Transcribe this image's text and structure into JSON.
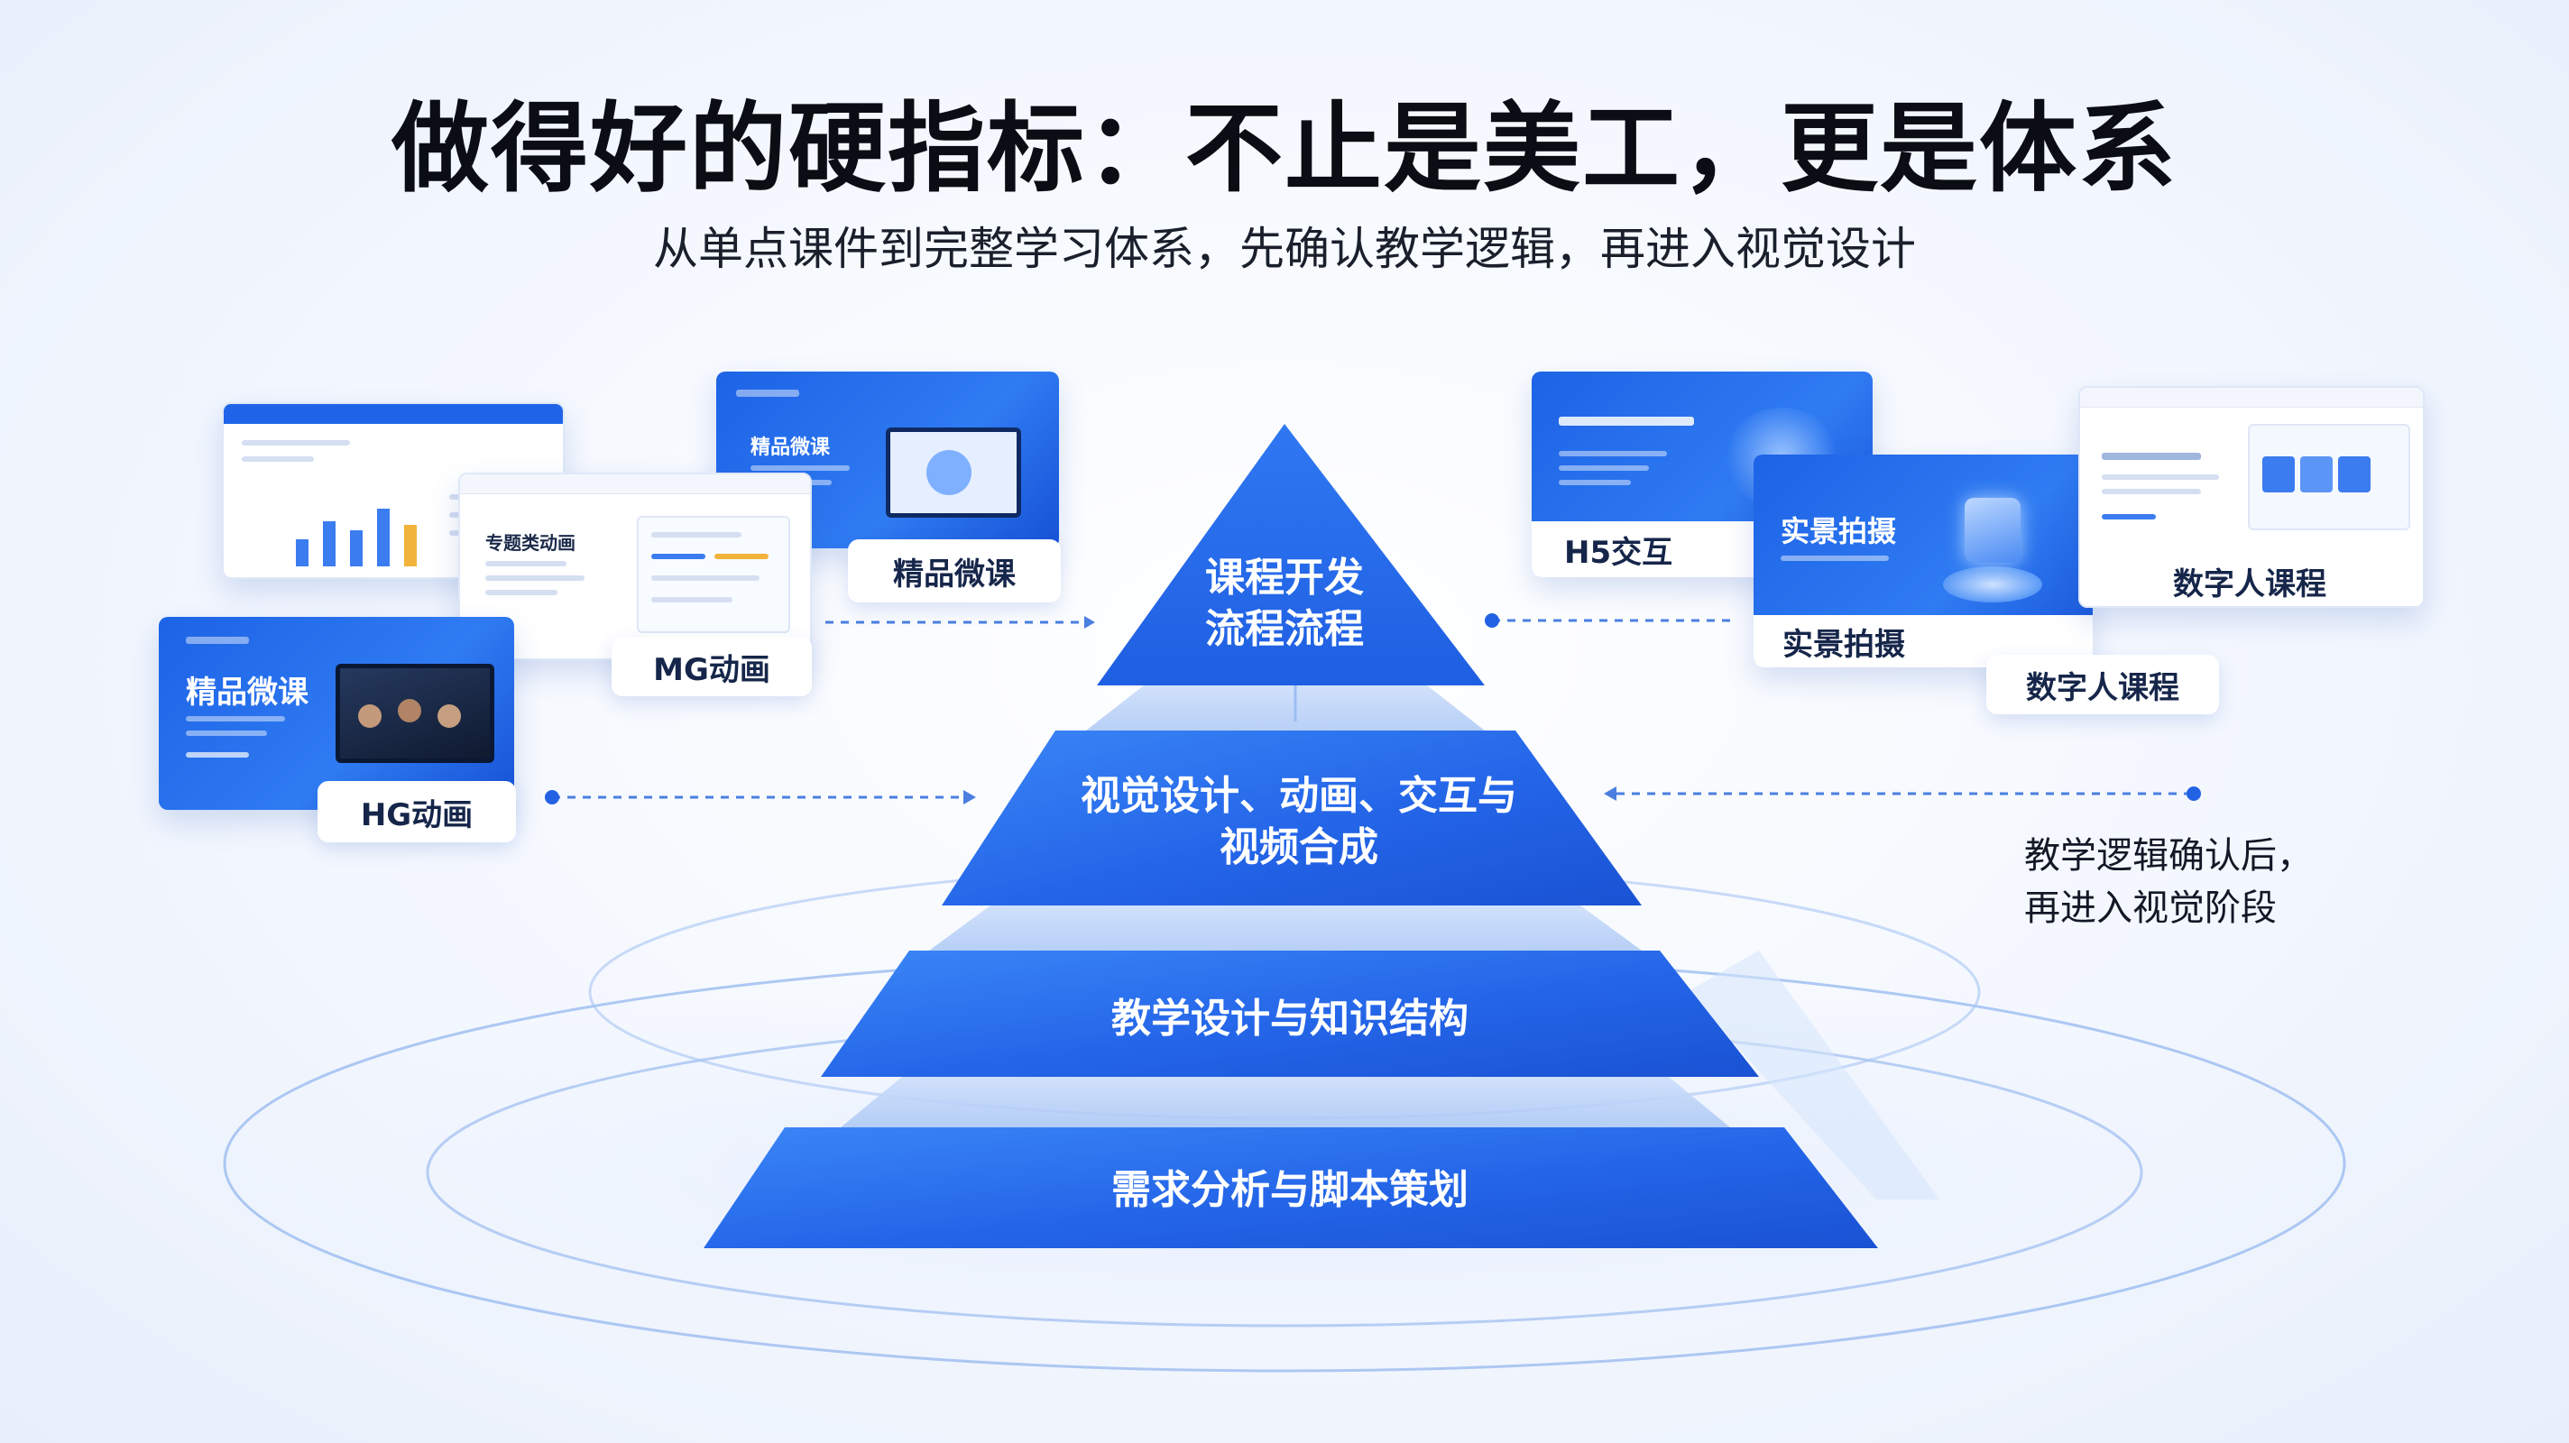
{
  "header": {
    "title": "做得好的硬指标：不止是美工，更是体系",
    "subtitle": "从单点课件到完整学习体系，先确认教学逻辑，再进入视觉设计"
  },
  "pyramid": {
    "tiers": [
      {
        "lines": [
          "课程开发",
          "流程流程"
        ]
      },
      {
        "lines": [
          "视觉设计、动画、交互与",
          "视频合成"
        ]
      },
      {
        "lines": [
          "教学设计与知识结构"
        ]
      },
      {
        "lines": [
          "需求分析与脚本策划"
        ]
      }
    ]
  },
  "cards_left": {
    "card_boutique_top": {
      "headline": "精品微课",
      "label": "精品微课"
    },
    "card_mg": {
      "headline": "专题类动画",
      "label": "MG动画"
    },
    "card_hg": {
      "headline": "精品微课",
      "label": "HG动画"
    }
  },
  "cards_right": {
    "card_h5": {
      "label": "H5交互"
    },
    "card_live": {
      "headline": "实景拍摄",
      "label": "实景拍摄"
    },
    "card_digital": {
      "label": "数字人课程",
      "label_extra": "数字人课程"
    }
  },
  "side_note": {
    "lines": [
      "教学逻辑确认后，",
      "再进入视觉阶段"
    ]
  },
  "colors": {
    "primary": "#2160E6",
    "primary_light": "#3C82F5",
    "accent_line": "#4A7FE0"
  }
}
